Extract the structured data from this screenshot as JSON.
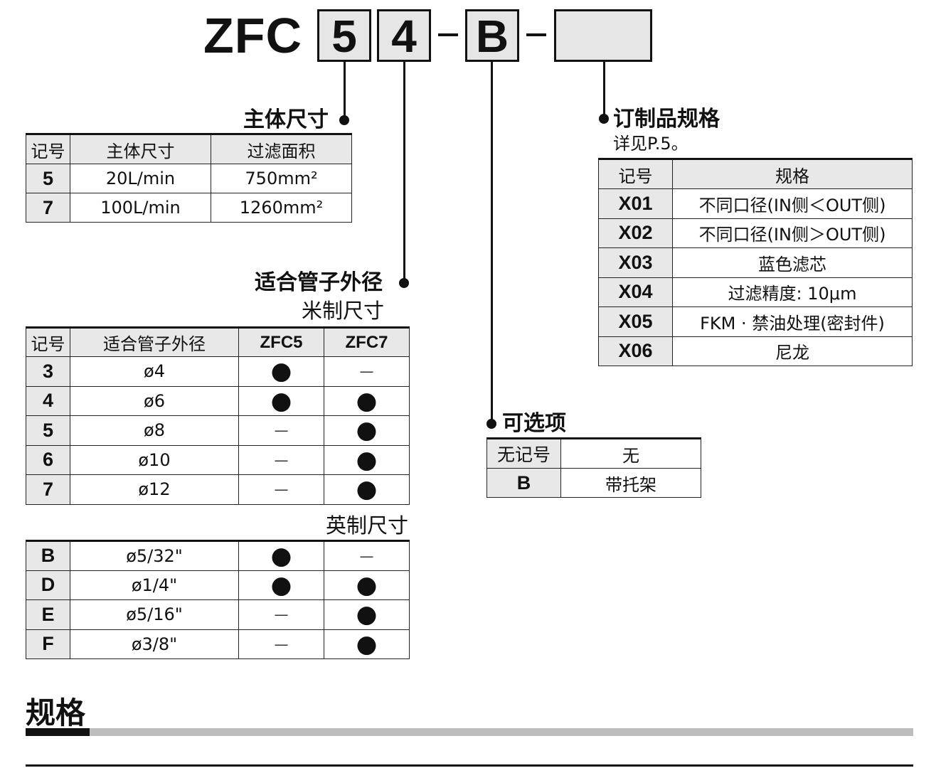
{
  "model": {
    "prefix": "ZFC",
    "code1": "5",
    "code2": "4",
    "code3": "B",
    "code4": ""
  },
  "body_size": {
    "title": "主体尺寸",
    "headers": [
      "记号",
      "主体尺寸",
      "过滤面积"
    ],
    "rows": [
      {
        "key": "5",
        "size": "20L/min",
        "area": "750mm²"
      },
      {
        "key": "7",
        "size": "100L/min",
        "area": "1260mm²"
      }
    ]
  },
  "tube_od": {
    "title": "适合管子外径",
    "metric_label": "米制尺寸",
    "inch_label": "英制尺寸",
    "headers": [
      "记号",
      "适合管子外径",
      "ZFC5",
      "ZFC7"
    ],
    "metric_rows": [
      {
        "key": "3",
        "od": "ø4",
        "zfc5": "●",
        "zfc7": "—"
      },
      {
        "key": "4",
        "od": "ø6",
        "zfc5": "●",
        "zfc7": "●"
      },
      {
        "key": "5",
        "od": "ø8",
        "zfc5": "—",
        "zfc7": "●"
      },
      {
        "key": "6",
        "od": "ø10",
        "zfc5": "—",
        "zfc7": "●"
      },
      {
        "key": "7",
        "od": "ø12",
        "zfc5": "—",
        "zfc7": "●"
      }
    ],
    "inch_rows": [
      {
        "key": "B",
        "od": "ø5/32\"",
        "zfc5": "●",
        "zfc7": "—"
      },
      {
        "key": "D",
        "od": "ø1/4\"",
        "zfc5": "●",
        "zfc7": "●"
      },
      {
        "key": "E",
        "od": "ø5/16\"",
        "zfc5": "—",
        "zfc7": "●"
      },
      {
        "key": "F",
        "od": "ø3/8\"",
        "zfc5": "—",
        "zfc7": "●"
      }
    ]
  },
  "options": {
    "title": "可选项",
    "rows": [
      {
        "key": "无记号",
        "value": "无"
      },
      {
        "key": "B",
        "value": "带托架"
      }
    ]
  },
  "custom_spec": {
    "title": "订制品规格",
    "note": "详见P.5。",
    "headers": [
      "记号",
      "规格"
    ],
    "rows": [
      {
        "key": "X01",
        "value": "不同口径(IN侧＜OUT侧)"
      },
      {
        "key": "X02",
        "value": "不同口径(IN侧＞OUT侧)"
      },
      {
        "key": "X03",
        "value": "蓝色滤芯"
      },
      {
        "key": "X04",
        "value": "过滤精度: 10μm"
      },
      {
        "key": "X05",
        "value": "FKM · 禁油处理(密封件)"
      },
      {
        "key": "X06",
        "value": "尼龙"
      }
    ]
  },
  "section": {
    "title": "规格"
  }
}
